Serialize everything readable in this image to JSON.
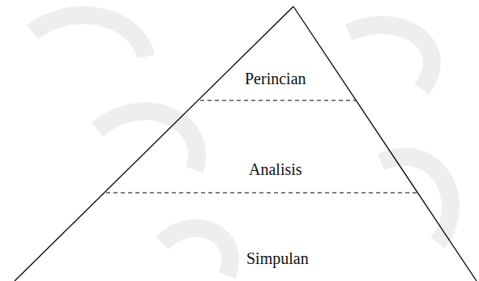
{
  "diagram": {
    "nodes": [
      {
        "text": [
          "Perincian"
        ]
      },
      {
        "text": [
          "Analisis"
        ]
      },
      {
        "text": [
          "Simpulan"
        ]
      }
    ]
  }
}
